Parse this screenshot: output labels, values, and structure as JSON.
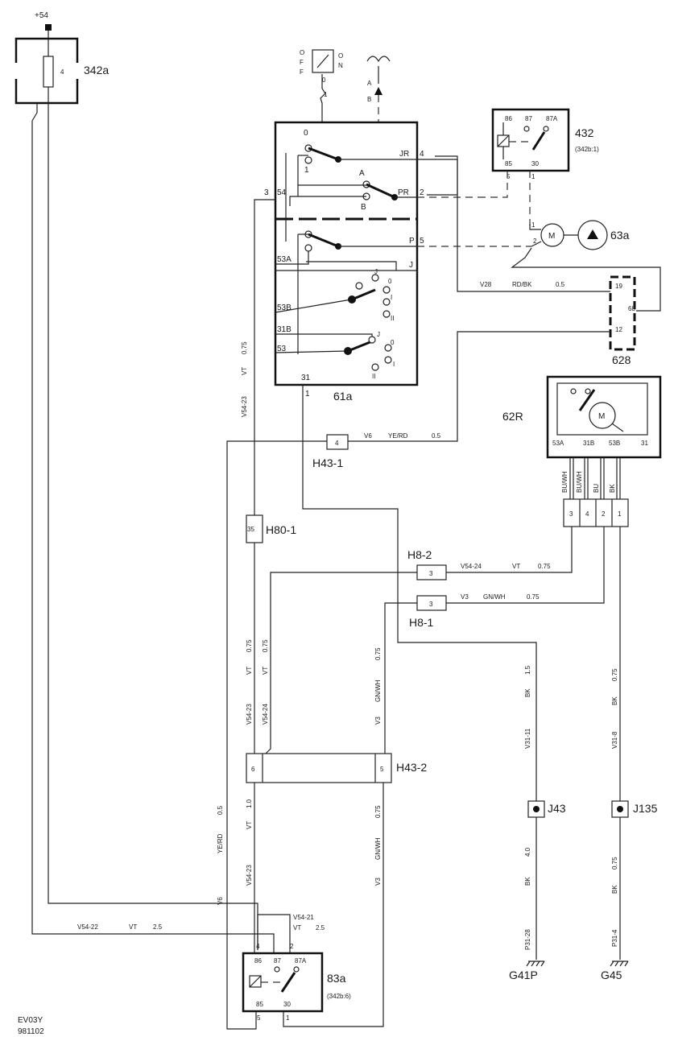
{
  "supply": "+54",
  "fuse": {
    "id": "342a",
    "number": "4"
  },
  "switch": {
    "off_letters": [
      "O",
      "F",
      "F"
    ],
    "on_letters": [
      "O",
      "N"
    ],
    "pos0": "0",
    "pos1": "1"
  },
  "antenna": {
    "a": "A",
    "b": "B"
  },
  "module_61a": {
    "id": "61a",
    "pins": {
      "p3": "3",
      "p54": "54",
      "p4": "4",
      "p2": "2",
      "p5": "5",
      "p53A": "53A",
      "p53B": "53B",
      "p31B": "31B",
      "p53": "53",
      "p31": "31",
      "p1": "1"
    },
    "wires": {
      "JR": "JR",
      "PR": "PR",
      "P": "P",
      "J": "J"
    },
    "contacts": {
      "c0": "0",
      "c1": "1",
      "cA": "A",
      "cB": "B",
      "j1": "J",
      "o1": "0",
      "i1": "I",
      "ii1": "II",
      "j2": "J",
      "o2": "0",
      "i2": "I",
      "ii2": "II"
    }
  },
  "relay_432": {
    "id": "432",
    "ref": "(342b:1)",
    "p86": "86",
    "p87": "87",
    "p87A": "87A",
    "p85": "85",
    "p30": "30",
    "pin5": "5",
    "pin1": "1"
  },
  "motor_pump": {
    "m": "M",
    "id": "63a",
    "p1": "1",
    "p2": "2"
  },
  "unit_628": {
    "id": "628",
    "p19": "19",
    "p68": "68",
    "p12": "12"
  },
  "wire_v28": {
    "code": "V28",
    "color": "RD/BK",
    "size": "0.5"
  },
  "wiper_62R": {
    "id": "62R",
    "m": "M",
    "pins": [
      "53A",
      "31B",
      "53B",
      "31"
    ],
    "wire_colors": [
      "BU/WH",
      "BU/WH",
      "BU",
      "BK"
    ],
    "connector": [
      "3",
      "4",
      "2",
      "1"
    ]
  },
  "h43_1": {
    "id": "H43-1",
    "pin": "4",
    "code": "V6",
    "color": "YE/RD",
    "size": "0.5"
  },
  "h80_1": {
    "id": "H80-1",
    "pin": "35"
  },
  "wire_v5423_top": {
    "size": "0.75",
    "color": "VT",
    "code": "V54-23"
  },
  "h8_2": {
    "id": "H8-2",
    "pin": "3",
    "code": "V54-24",
    "color": "VT",
    "size": "0.75"
  },
  "h8_1": {
    "id": "H8-1",
    "pin": "3",
    "code": "V3",
    "color": "GN/WH",
    "size": "0.75"
  },
  "h43_2": {
    "id": "H43-2",
    "pin6": "6",
    "pin5": "5"
  },
  "vert_mid": {
    "a_size": "0.75",
    "a_color": "VT",
    "a_code": "V54-23",
    "b_size": "0.75",
    "b_color": "VT",
    "b_code": "V54-24",
    "c_size": "0.75",
    "c_color": "GN/WH",
    "c_code": "V3"
  },
  "vert_low": {
    "a_size": "0.5",
    "a_color": "YE/RD",
    "a_code": "V6",
    "b_size": "1.0",
    "b_color": "VT",
    "b_code": "V54-23",
    "c_size": "0.75",
    "c_color": "GN/WH",
    "c_code": "V3"
  },
  "ground_J43": {
    "id": "J43",
    "size_top": "1.5",
    "color_top": "BK",
    "code_top": "V31-11",
    "size_bot": "4.0",
    "color_bot": "BK",
    "code_bot": "P31-28",
    "ground": "G41P"
  },
  "ground_J135": {
    "id": "J135",
    "size_top": "0.75",
    "color_top": "BK",
    "code_top": "V31-8",
    "size_bot": "0.75",
    "color_bot": "BK",
    "code_bot": "P31-4",
    "ground": "G45"
  },
  "wire_v5422": {
    "code": "V54-22",
    "color": "VT",
    "size": "2.5"
  },
  "wire_v5421": {
    "code": "V54-21",
    "color": "VT",
    "size": "2.5"
  },
  "relay_83a": {
    "id": "83a",
    "ref": "(342b:6)",
    "p86": "86",
    "p87": "87",
    "p87A": "87A",
    "p85": "85",
    "p30": "30",
    "pin4": "4",
    "pin2": "2",
    "pin5": "5",
    "pin1": "1"
  },
  "doc": {
    "code": "EV03Y",
    "date": "981102"
  }
}
